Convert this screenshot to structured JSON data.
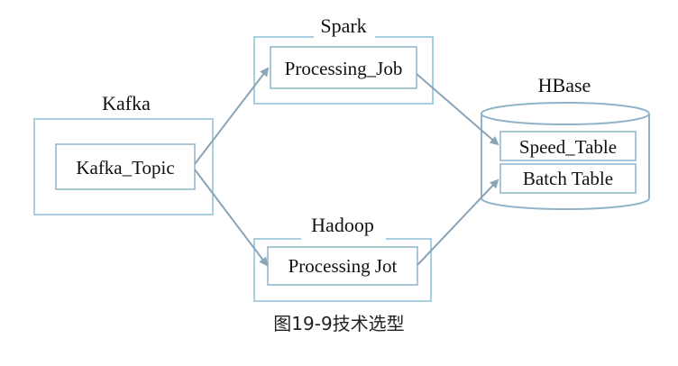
{
  "groups": {
    "kafka": "Kafka",
    "spark": "Spark",
    "hadoop": "Hadoop",
    "hbase": "HBase"
  },
  "nodes": {
    "kafka_topic": "Kafka_Topic",
    "spark_job": "Processing_Job",
    "hadoop_job": "Processing Jot",
    "speed_table": "Speed_Table",
    "batch_table": "Batch Table"
  },
  "caption": "图19-9技术选型"
}
